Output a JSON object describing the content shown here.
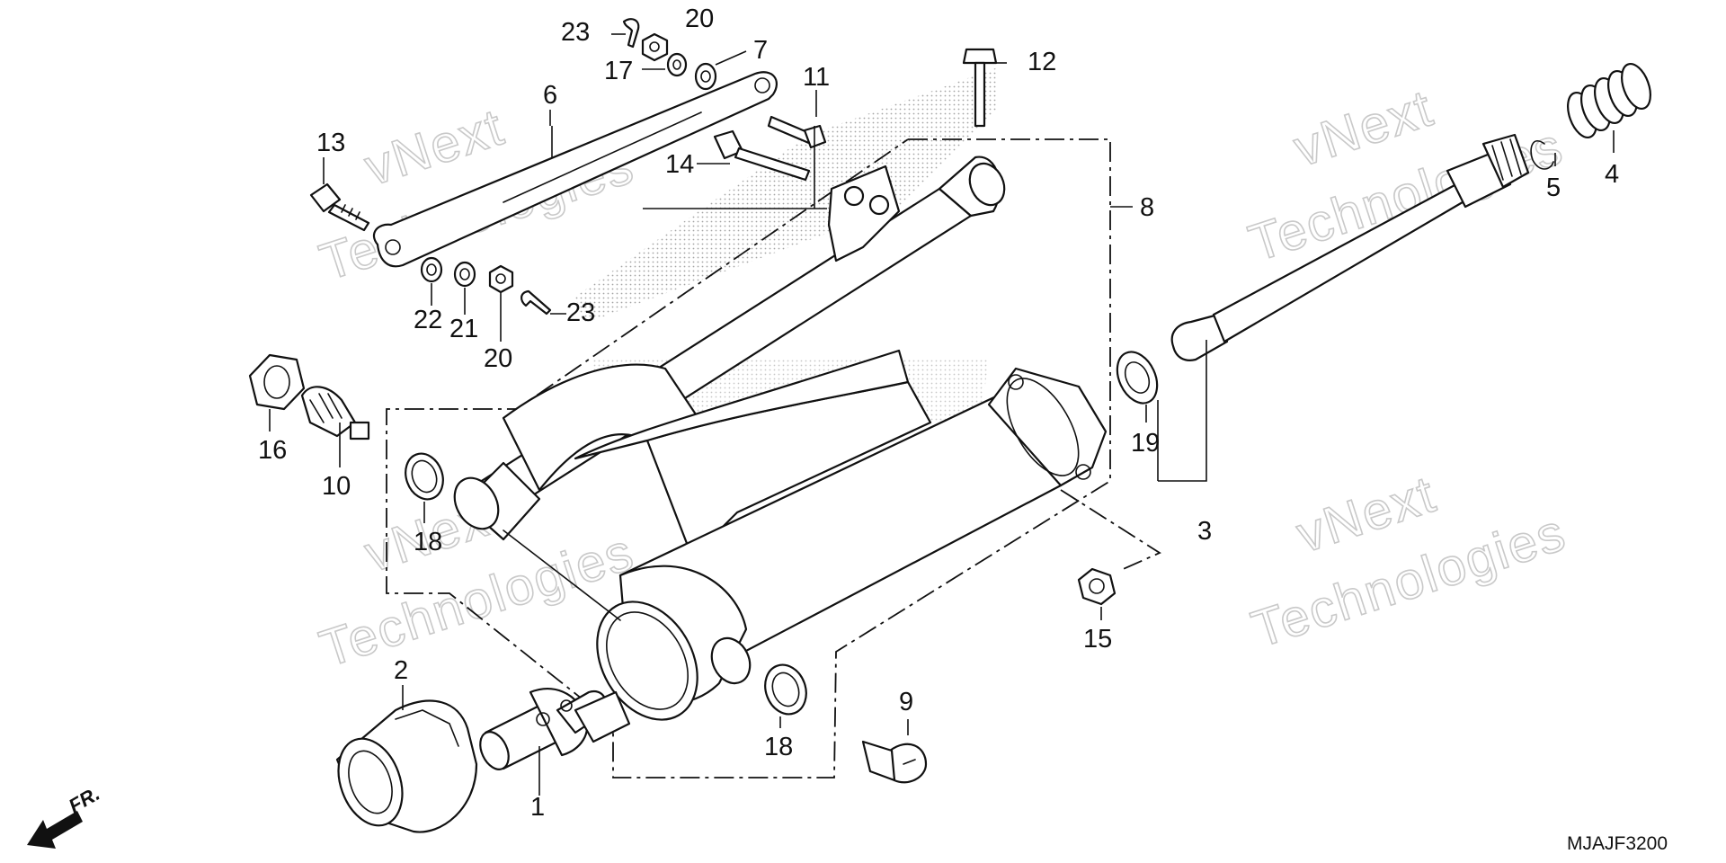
{
  "diagram": {
    "callouts": [
      "1",
      "2",
      "3",
      "4",
      "5",
      "6",
      "7",
      "8",
      "9",
      "10",
      "11",
      "12",
      "13",
      "14",
      "15",
      "16",
      "17",
      "18",
      "18",
      "19",
      "20",
      "20",
      "21",
      "22",
      "23",
      "23"
    ],
    "watermark": {
      "line1": "vNext",
      "line2": "Technologies"
    },
    "drawing_code": "MJAJF3200",
    "direction_label": "FR."
  }
}
